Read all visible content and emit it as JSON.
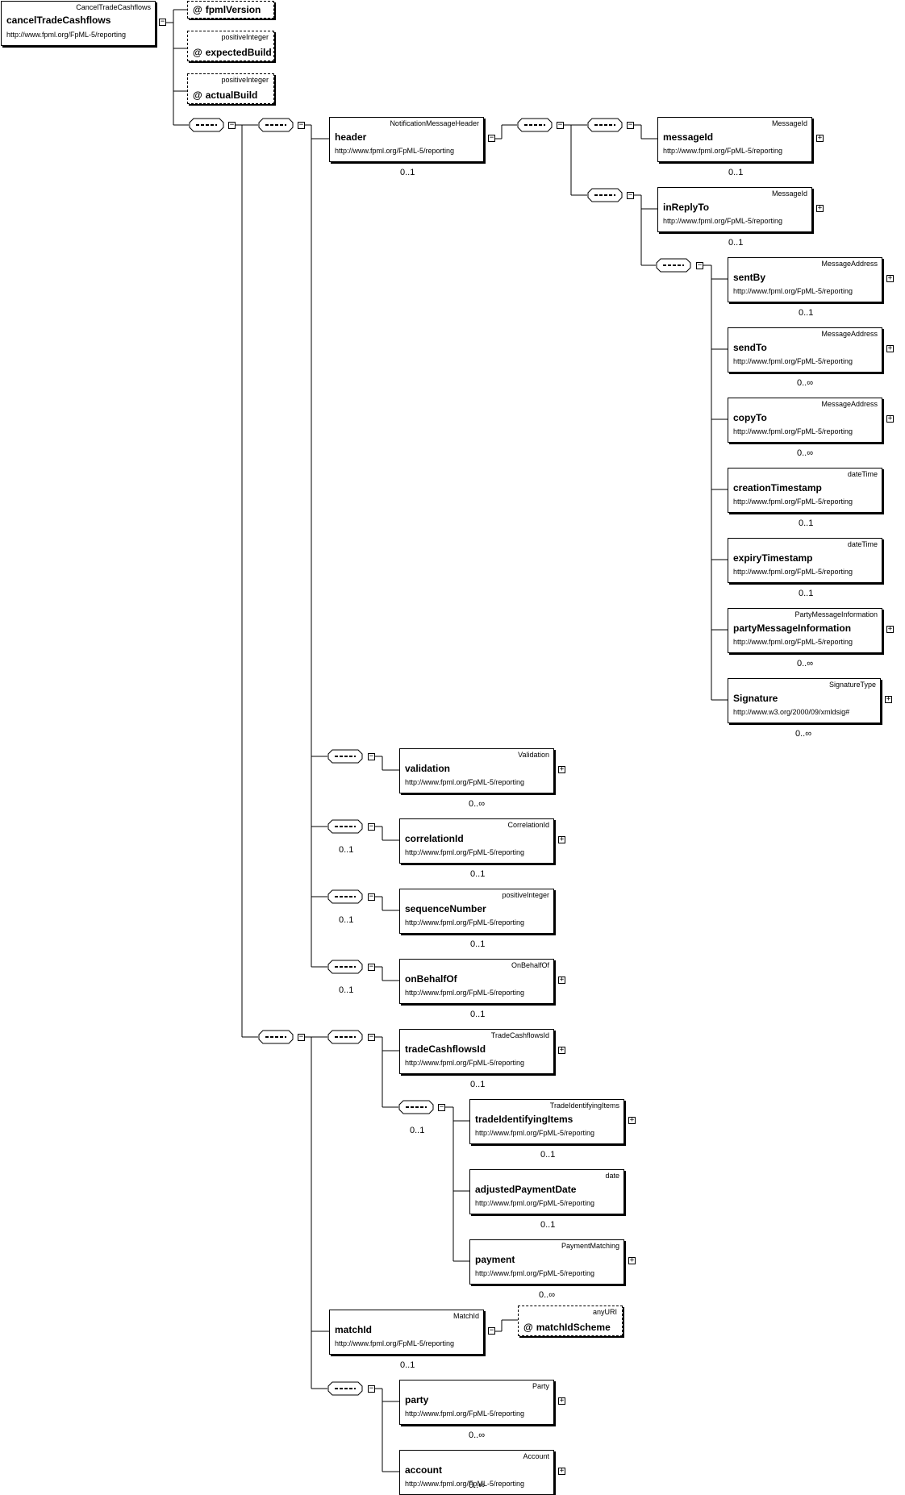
{
  "root": {
    "type": "CancelTradeCashflows",
    "name": "cancelTradeCashflows",
    "ns": "http://www.fpml.org/FpML-5/reporting"
  },
  "attributes": [
    {
      "type": "",
      "name": "fpmlVersion"
    },
    {
      "type": "positiveInteger",
      "name": "expectedBuild"
    },
    {
      "type": "positiveInteger",
      "name": "actualBuild"
    },
    {
      "type": "anyURI",
      "name": "matchIdScheme"
    }
  ],
  "elements": [
    {
      "type": "NotificationMessageHeader",
      "name": "header",
      "ns": "http://www.fpml.org/FpML-5/reporting",
      "card": "0..1",
      "toggle": "-"
    },
    {
      "type": "MessageId",
      "name": "messageId",
      "ns": "http://www.fpml.org/FpML-5/reporting",
      "card": "0..1",
      "toggle": "+"
    },
    {
      "type": "MessageId",
      "name": "inReplyTo",
      "ns": "http://www.fpml.org/FpML-5/reporting",
      "card": "0..1",
      "toggle": "+"
    },
    {
      "type": "MessageAddress",
      "name": "sentBy",
      "ns": "http://www.fpml.org/FpML-5/reporting",
      "card": "0..1",
      "toggle": "+"
    },
    {
      "type": "MessageAddress",
      "name": "sendTo",
      "ns": "http://www.fpml.org/FpML-5/reporting",
      "card": "0..∞",
      "toggle": "+"
    },
    {
      "type": "MessageAddress",
      "name": "copyTo",
      "ns": "http://www.fpml.org/FpML-5/reporting",
      "card": "0..∞",
      "toggle": "+"
    },
    {
      "type": "dateTime",
      "name": "creationTimestamp",
      "ns": "http://www.fpml.org/FpML-5/reporting",
      "card": "0..1",
      "toggle": ""
    },
    {
      "type": "dateTime",
      "name": "expiryTimestamp",
      "ns": "http://www.fpml.org/FpML-5/reporting",
      "card": "0..1",
      "toggle": ""
    },
    {
      "type": "PartyMessageInformation",
      "name": "partyMessageInformation",
      "ns": "http://www.fpml.org/FpML-5/reporting",
      "card": "0..∞",
      "toggle": "+"
    },
    {
      "type": "SignatureType",
      "name": "Signature",
      "ns": "http://www.w3.org/2000/09/xmldsig#",
      "card": "0..∞",
      "toggle": "+"
    },
    {
      "type": "Validation",
      "name": "validation",
      "ns": "http://www.fpml.org/FpML-5/reporting",
      "card": "0..∞",
      "toggle": "+"
    },
    {
      "type": "CorrelationId",
      "name": "correlationId",
      "ns": "http://www.fpml.org/FpML-5/reporting",
      "card": "0..1",
      "toggle": "+"
    },
    {
      "type": "positiveInteger",
      "name": "sequenceNumber",
      "ns": "http://www.fpml.org/FpML-5/reporting",
      "card": "0..1",
      "toggle": ""
    },
    {
      "type": "OnBehalfOf",
      "name": "onBehalfOf",
      "ns": "http://www.fpml.org/FpML-5/reporting",
      "card": "0..1",
      "toggle": "+"
    },
    {
      "type": "TradeCashflowsId",
      "name": "tradeCashflowsId",
      "ns": "http://www.fpml.org/FpML-5/reporting",
      "card": "0..1",
      "toggle": "+"
    },
    {
      "type": "TradeIdentifyingItems",
      "name": "tradeIdentifyingItems",
      "ns": "http://www.fpml.org/FpML-5/reporting",
      "card": "0..1",
      "toggle": "+"
    },
    {
      "type": "date",
      "name": "adjustedPaymentDate",
      "ns": "http://www.fpml.org/FpML-5/reporting",
      "card": "0..1",
      "toggle": ""
    },
    {
      "type": "PaymentMatching",
      "name": "payment",
      "ns": "http://www.fpml.org/FpML-5/reporting",
      "card": "0..∞",
      "toggle": "+"
    },
    {
      "type": "MatchId",
      "name": "matchId",
      "ns": "http://www.fpml.org/FpML-5/reporting",
      "card": "0..1",
      "toggle": "-"
    },
    {
      "type": "Party",
      "name": "party",
      "ns": "http://www.fpml.org/FpML-5/reporting",
      "card": "0..∞",
      "toggle": "+"
    },
    {
      "type": "Account",
      "name": "account",
      "ns": "http://www.fpml.org/FpML-5/reporting",
      "card": "0..∞",
      "toggle": "+"
    }
  ],
  "sequence_cardinalities": [
    "0..1",
    "0..1",
    "0..1",
    "0..1"
  ]
}
